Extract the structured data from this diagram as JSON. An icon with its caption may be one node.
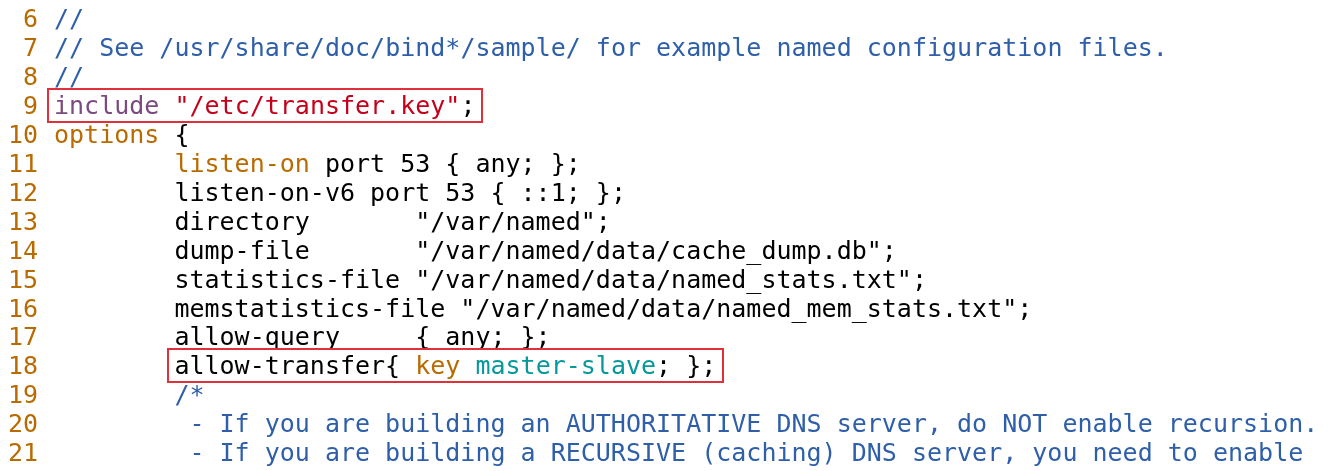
{
  "diagram": {
    "nodes": [
      {
        "text": [
          "include \"/etc/transfer.key\";"
        ]
      },
      {
        "text": [
          "allow-transfer{ key master-slave; };"
        ]
      }
    ],
    "labels": [
      "6",
      "//",
      "7",
      "// See /usr/share/doc/bind*/sample/ for example named configuration files.",
      "8",
      "//",
      "9",
      "10",
      "options {",
      "11",
      "listen-on port 53 { any; };",
      "12",
      "listen-on-v6 port 53 { ::1; };",
      "13",
      "directory       \"/var/named\";",
      "14",
      "dump-file       \"/var/named/data/cache_dump.db\";",
      "15",
      "statistics-file \"/var/named/data/named_stats.txt\";",
      "16",
      "memstatistics-file \"/var/named/data/named_mem_stats.txt\";",
      "17",
      "allow-query     { any; };",
      "18",
      "19",
      "/*",
      "20",
      "- If you are building an AUTHORITATIVE DNS server, do NOT enable recursion.",
      "21",
      "- If you are building a RECURSIVE (caching) DNS server, you need to enable"
    ]
  }
}
